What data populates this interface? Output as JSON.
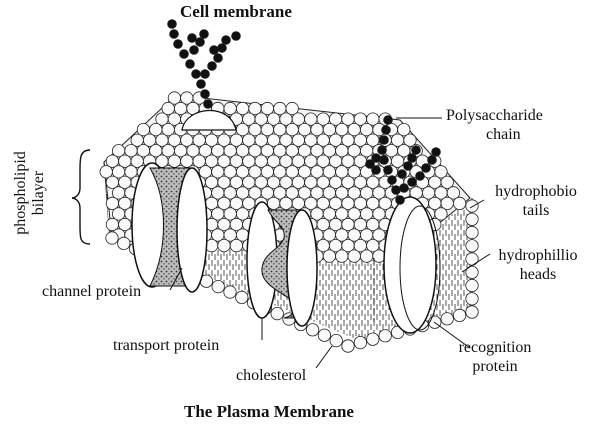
{
  "diagram": {
    "title": "Cell membrane",
    "caption": "The Plasma Membrane",
    "labels": {
      "bilayer_line1": "phospholipid",
      "bilayer_line2": "bilayer",
      "polysaccharide_line1": "Polysaccharide",
      "polysaccharide_line2": "chain",
      "hydrophobic_line1": "hydrophobio",
      "hydrophobic_line2": "tails",
      "hydrophilic_line1": "hydrophillio",
      "hydrophilic_line2": "heads",
      "channel_protein": "channel protein",
      "transport_protein": "transport protein",
      "cholesterol": "cholesterol",
      "recognition_line1": "recognition",
      "recognition_line2": "protein"
    }
  }
}
